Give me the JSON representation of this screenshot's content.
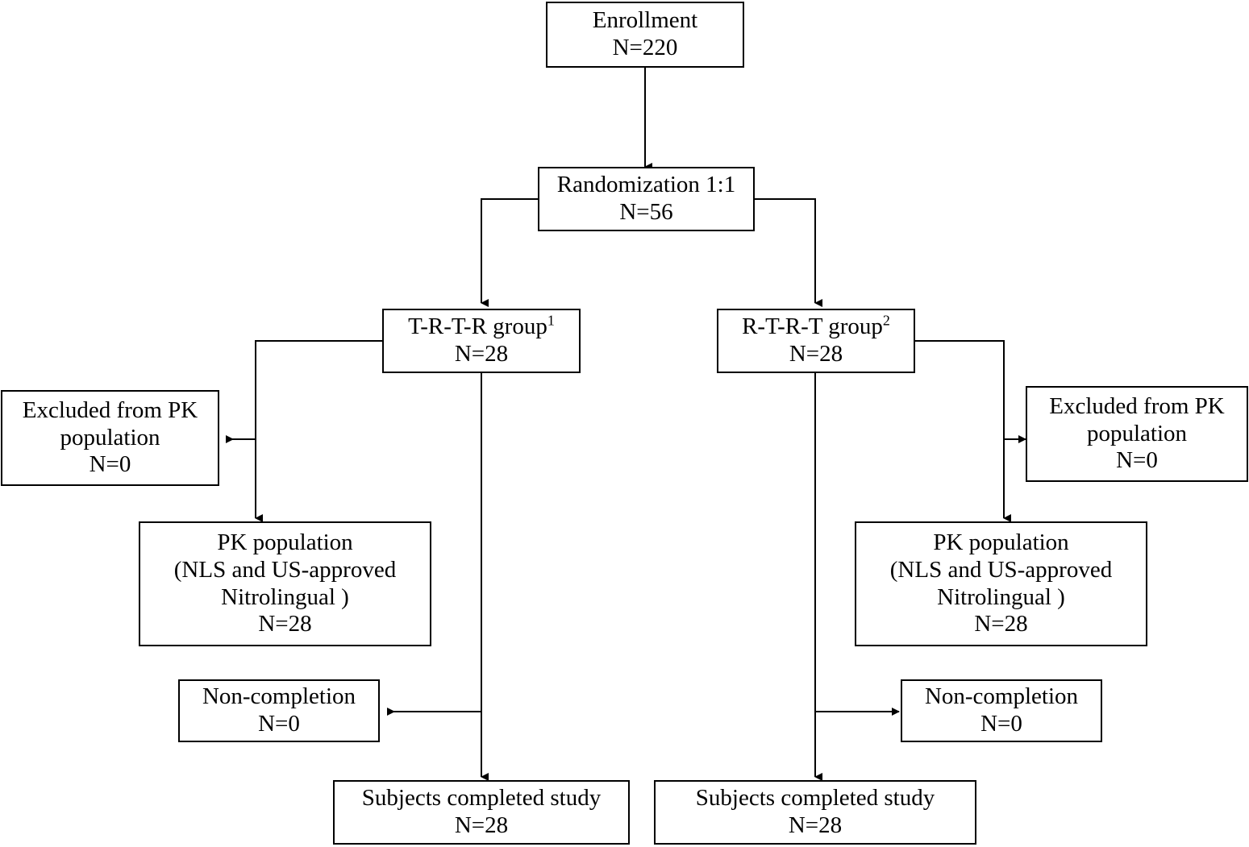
{
  "diagram": {
    "type": "flowchart",
    "title": "CONSORT-style participant flow diagram",
    "nodes": {
      "enrollment": {
        "lines": [
          "Enrollment",
          "N=220"
        ],
        "label": "Enrollment",
        "count": "N=220"
      },
      "randomization": {
        "lines": [
          "Randomization 1:1",
          "N=56"
        ],
        "label": "Randomization 1:1",
        "count": "N=56"
      },
      "group_left": {
        "label": "T-R-T-R group",
        "superscript": "1",
        "count": "N=28"
      },
      "group_right": {
        "label": "R-T-R-T group",
        "superscript": "2",
        "count": "N=28"
      },
      "excluded_left": {
        "line1": "Excluded from PK",
        "line2": "population",
        "count": "N=0"
      },
      "excluded_right": {
        "line1": "Excluded from PK",
        "line2": "population",
        "count": "N=0"
      },
      "pk_left": {
        "line1": "PK population",
        "line2": "(NLS and US-approved",
        "line3": "Nitrolingual )",
        "count": "N=28"
      },
      "pk_right": {
        "line1": "PK population",
        "line2": "(NLS and US-approved",
        "line3": "Nitrolingual )",
        "count": "N=28"
      },
      "noncompletion_left": {
        "label": "Non-completion",
        "count": "N=0"
      },
      "noncompletion_right": {
        "label": "Non-completion",
        "count": "N=0"
      },
      "completed_left": {
        "label": "Subjects completed study",
        "count": "N=28"
      },
      "completed_right": {
        "label": "Subjects completed study",
        "count": "N=28"
      }
    },
    "colors": {
      "border": "#000000",
      "text": "#000000",
      "background": "#ffffff",
      "connector": "#000000"
    }
  }
}
